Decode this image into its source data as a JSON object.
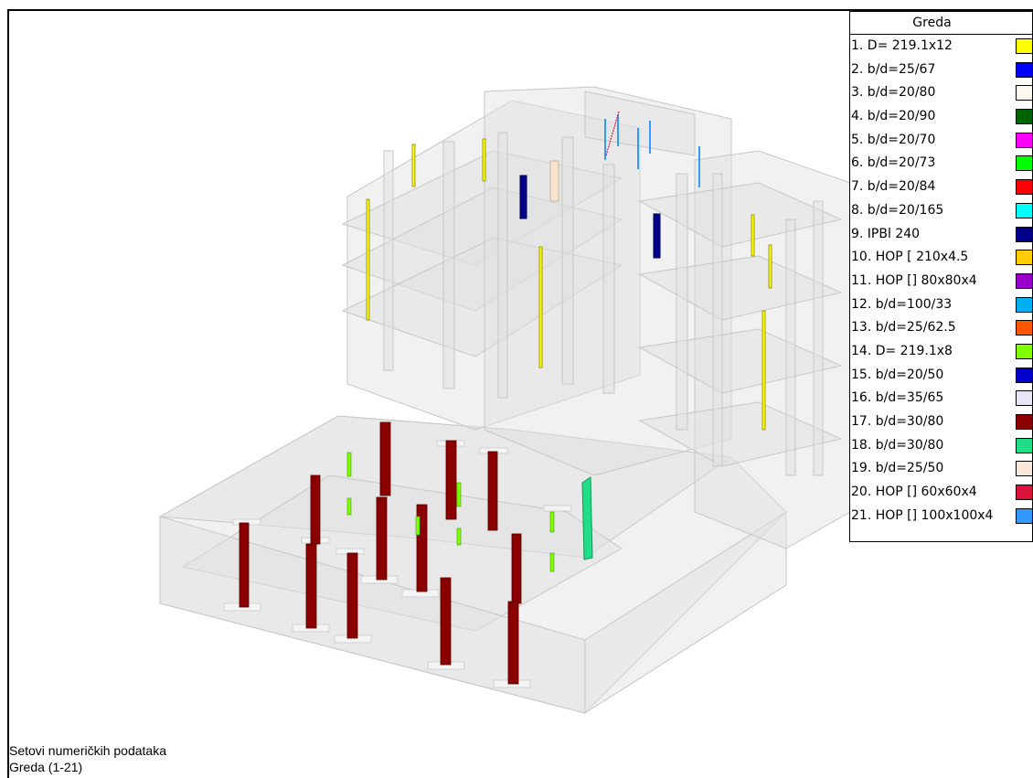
{
  "legend": {
    "title": "Greda",
    "items": [
      {
        "label": "1. D= 219.1x12",
        "color": "#ffff00"
      },
      {
        "label": "2. b/d=25/67",
        "color": "#0000ff"
      },
      {
        "label": "3. b/d=20/80",
        "color": "#fdf8ee"
      },
      {
        "label": "4. b/d=20/90",
        "color": "#006400"
      },
      {
        "label": "5. b/d=20/70",
        "color": "#ff00ff"
      },
      {
        "label": "6. b/d=20/73",
        "color": "#00ff00"
      },
      {
        "label": "7. b/d=20/84",
        "color": "#ff0000"
      },
      {
        "label": "8. b/d=20/165",
        "color": "#00ffff"
      },
      {
        "label": "9. IPBl 240",
        "color": "#00008b"
      },
      {
        "label": "10. HOP [ 210x4.5",
        "color": "#ffcc00"
      },
      {
        "label": "11. HOP [] 80x80x4",
        "color": "#9900cc"
      },
      {
        "label": "12. b/d=100/33",
        "color": "#00b0f0"
      },
      {
        "label": "13. b/d=25/62.5",
        "color": "#ff5500"
      },
      {
        "label": "14. D= 219.1x8",
        "color": "#80ff00"
      },
      {
        "label": "15. b/d=20/50",
        "color": "#0000cc"
      },
      {
        "label": "16. b/d=35/65",
        "color": "#e6e6f7"
      },
      {
        "label": "17. b/d=30/80",
        "color": "#8b0000"
      },
      {
        "label": "18. b/d=30/80",
        "color": "#22dd88"
      },
      {
        "label": "19. b/d=25/50",
        "color": "#f8e8d8"
      },
      {
        "label": "20. HOP [] 60x60x4",
        "color": "#dc143c"
      },
      {
        "label": "21. HOP [] 100x100x4",
        "color": "#3399ff"
      }
    ]
  },
  "footer": {
    "line1": "Setovi numeričkih podataka",
    "line2": "Greda (1-21)"
  }
}
